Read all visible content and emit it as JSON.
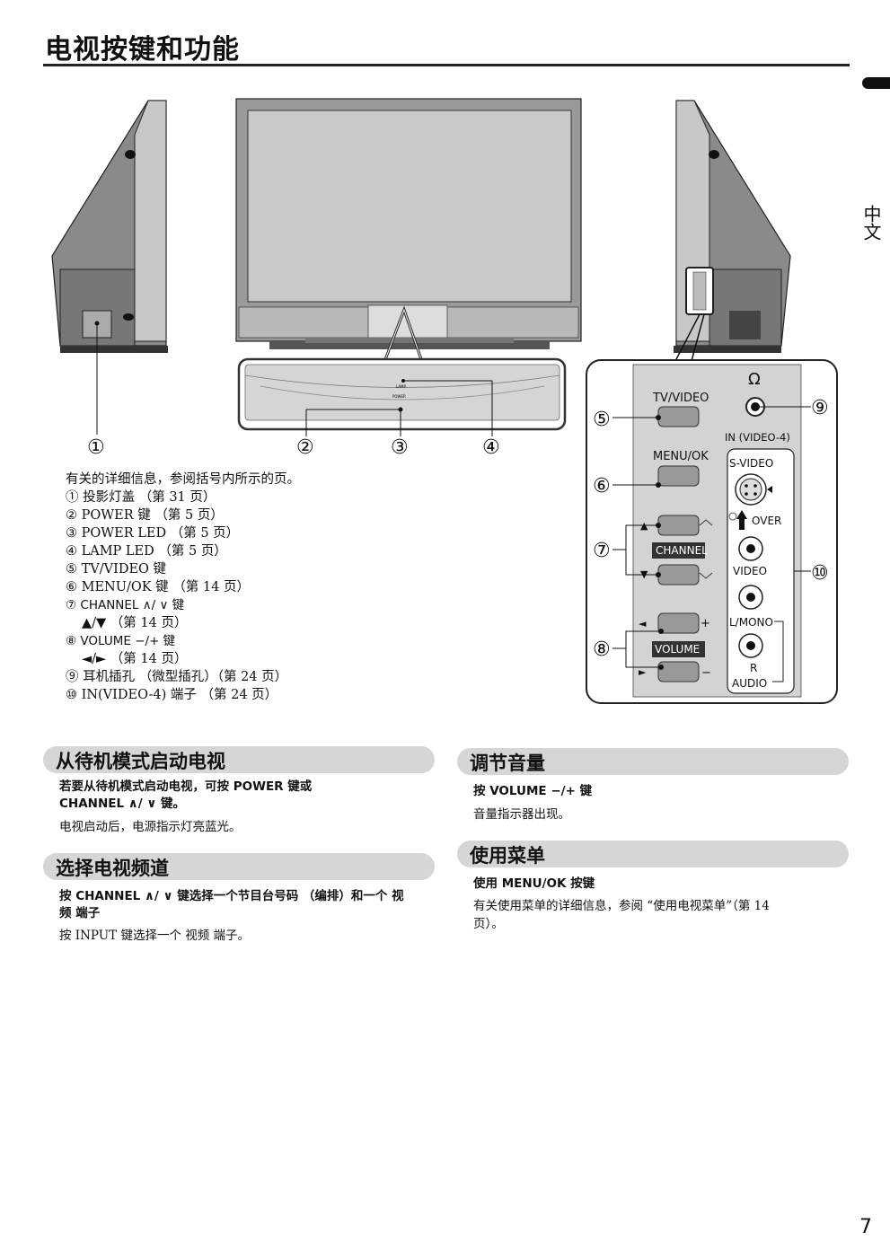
{
  "page": {
    "title": "电视按键和功能",
    "language_tab": "中文",
    "page_number": "7"
  },
  "figure": {
    "callouts": [
      "①",
      "②",
      "③",
      "④",
      "⑤",
      "⑥",
      "⑦",
      "⑧",
      "⑨",
      "⑩"
    ],
    "front_panel_labels": {
      "lamp": "LAMP",
      "power": "POWER"
    },
    "side_panel": {
      "tv_video": "TV/VIDEO",
      "menu_ok": "MENU/OK",
      "channel": "CHANNEL",
      "volume": "VOLUME",
      "up_arrow": "▲",
      "down_arrow": "▼",
      "left_arrow": "◄",
      "right_arrow": "►",
      "plus": "+",
      "minus": "−",
      "headphone_symbol": "Ω",
      "input_label": "IN (VIDEO-4)",
      "s_video": "S-VIDEO",
      "over": "OVER",
      "video": "VIDEO",
      "l_mono": "L/MONO",
      "r": "R",
      "audio": "AUDIO"
    }
  },
  "legend": {
    "intro": "有关的详细信息，参阅括号内所示的页。",
    "items": [
      "① 投影灯盖 （第 31 页）",
      "② POWER 键 （第 5 页）",
      "③ POWER LED （第 5 页）",
      "④ LAMP LED （第 5 页）",
      "⑤ TV/VIDEO 键",
      "⑥ MENU/OK 键 （第 14 页）",
      "⑦ CHANNEL ∧/ ∨ 键",
      "▲/▼ （第 14 页）",
      "⑧ VOLUME −/+ 键",
      "◄/► （第 14 页）",
      "⑨ 耳机插孔 （微型插孔）（第 24 页）",
      "⑩ IN(VIDEO-4) 端子 （第 24 页）"
    ]
  },
  "sections": {
    "standby": {
      "heading": "从待机模式启动电视",
      "bold_1": "若要从待机模式启动电视，可按 POWER 键或",
      "bold_2": "CHANNEL ∧/ ∨ 键。",
      "body": "电视启动后，电源指示灯亮蓝光。"
    },
    "channel": {
      "heading": "选择电视频道",
      "bold_1": "按 CHANNEL ∧/ ∨ 键选择一个节目台号码 （编排）和一个 视",
      "bold_2": "频 端子",
      "body": "按 INPUT 键选择一个 视频 端子。"
    },
    "volume": {
      "heading": "调节音量",
      "bold_1": "按 VOLUME −/+ 键",
      "body": "音量指示器出现。"
    },
    "menu": {
      "heading": "使用菜单",
      "bold_1": "使用 MENU/OK 按键",
      "body_1": "有关使用菜单的详细信息，参阅 “使用电视菜单”（第 14",
      "body_2": "页）。"
    }
  }
}
